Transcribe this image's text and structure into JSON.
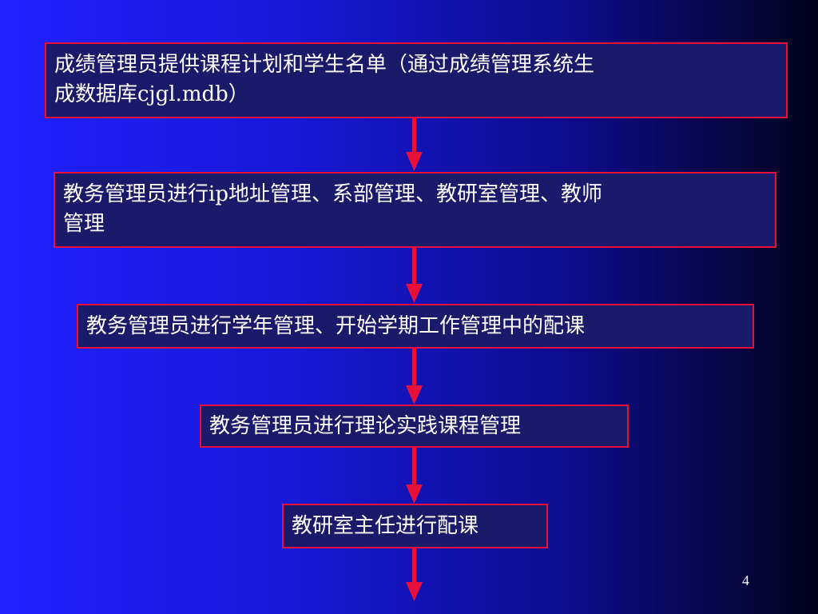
{
  "steps": [
    {
      "lines": [
        "成绩管理员提供课程计划和学生名单（通过成绩管理系统生",
        "成数据库cjgl.mdb）"
      ]
    },
    {
      "lines": [
        "教务管理员进行ip地址管理、系部管理、教研室管理、教师",
        "管理"
      ]
    },
    {
      "lines": [
        "教务管理员进行学年管理、开始学期工作管理中的配课"
      ]
    },
    {
      "lines": [
        "教务管理员进行理论实践课程管理"
      ]
    },
    {
      "lines": [
        "教研室主任进行配课"
      ]
    }
  ],
  "page_number": "4",
  "colors": {
    "border": "#e8103a",
    "arrow": "#e8103a",
    "text": "#ffffff"
  }
}
